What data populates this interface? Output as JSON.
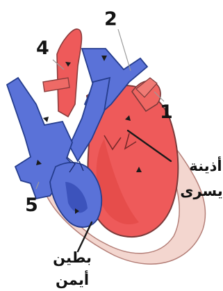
{
  "labels": {
    "n1": "1",
    "n2": "2",
    "n4": "4",
    "n5": "5",
    "left_atrium_line1": "أذينة",
    "left_atrium_line2": "يسرى",
    "right_ventricle_line1": "بطين",
    "right_ventricle_line2": "أيمن"
  },
  "colors": {
    "oxygenated": "#ee5a5a",
    "oxygenated_dark": "#c8302e",
    "deoxygenated": "#5a72d8",
    "deoxygenated_dark": "#2f46b0",
    "outline": "#7b5a5a",
    "pericardium": "#f3d6cf"
  }
}
